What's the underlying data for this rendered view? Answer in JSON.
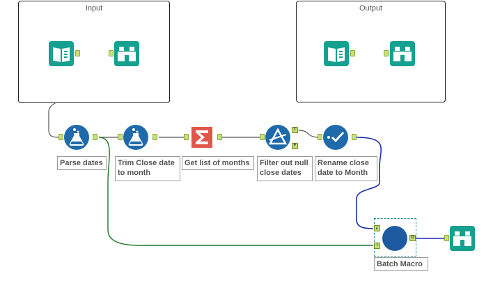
{
  "containers": {
    "input": {
      "title": "Input"
    },
    "output": {
      "title": "Output"
    }
  },
  "tools": {
    "input_data_1": {
      "icon": "input-data-book-icon",
      "color": "#15a08f"
    },
    "browse_1": {
      "icon": "browse-binoculars-icon",
      "color": "#15a08f"
    },
    "input_data_2": {
      "icon": "input-data-book-icon",
      "color": "#15a08f"
    },
    "browse_2": {
      "icon": "browse-binoculars-icon",
      "color": "#15a08f"
    },
    "parse_dates": {
      "icon": "formula-flask-icon",
      "color": "#1e6aab",
      "label": "Parse dates"
    },
    "trim_close_date": {
      "icon": "formula-flask-icon",
      "color": "#1e6aab",
      "label": "Trim Close date to month"
    },
    "summarize": {
      "icon": "summarize-sigma-icon",
      "color": "#e0574a",
      "label": "Get list of months"
    },
    "filter": {
      "icon": "filter-triangle-icon",
      "color": "#1e6aab",
      "label": "Filter out null close dates",
      "true_anchor": "T",
      "false_anchor": "F"
    },
    "select": {
      "icon": "select-check-icon",
      "color": "#1e6aab",
      "label": "Rename close date to Month"
    },
    "batch_macro": {
      "icon": "macro-circle-icon",
      "color": "#1e5aa0",
      "label": "Batch Macro",
      "control_anchor": "¿",
      "input_anchor": "I",
      "output_anchor": "O"
    },
    "browse_3": {
      "icon": "browse-binoculars-icon",
      "color": "#15a08f"
    }
  },
  "colors": {
    "connection_gray": "#555555",
    "connection_green": "#1a7a2a",
    "connection_blue": "#1a2faa",
    "anchor_fill": "#c6e07a"
  }
}
